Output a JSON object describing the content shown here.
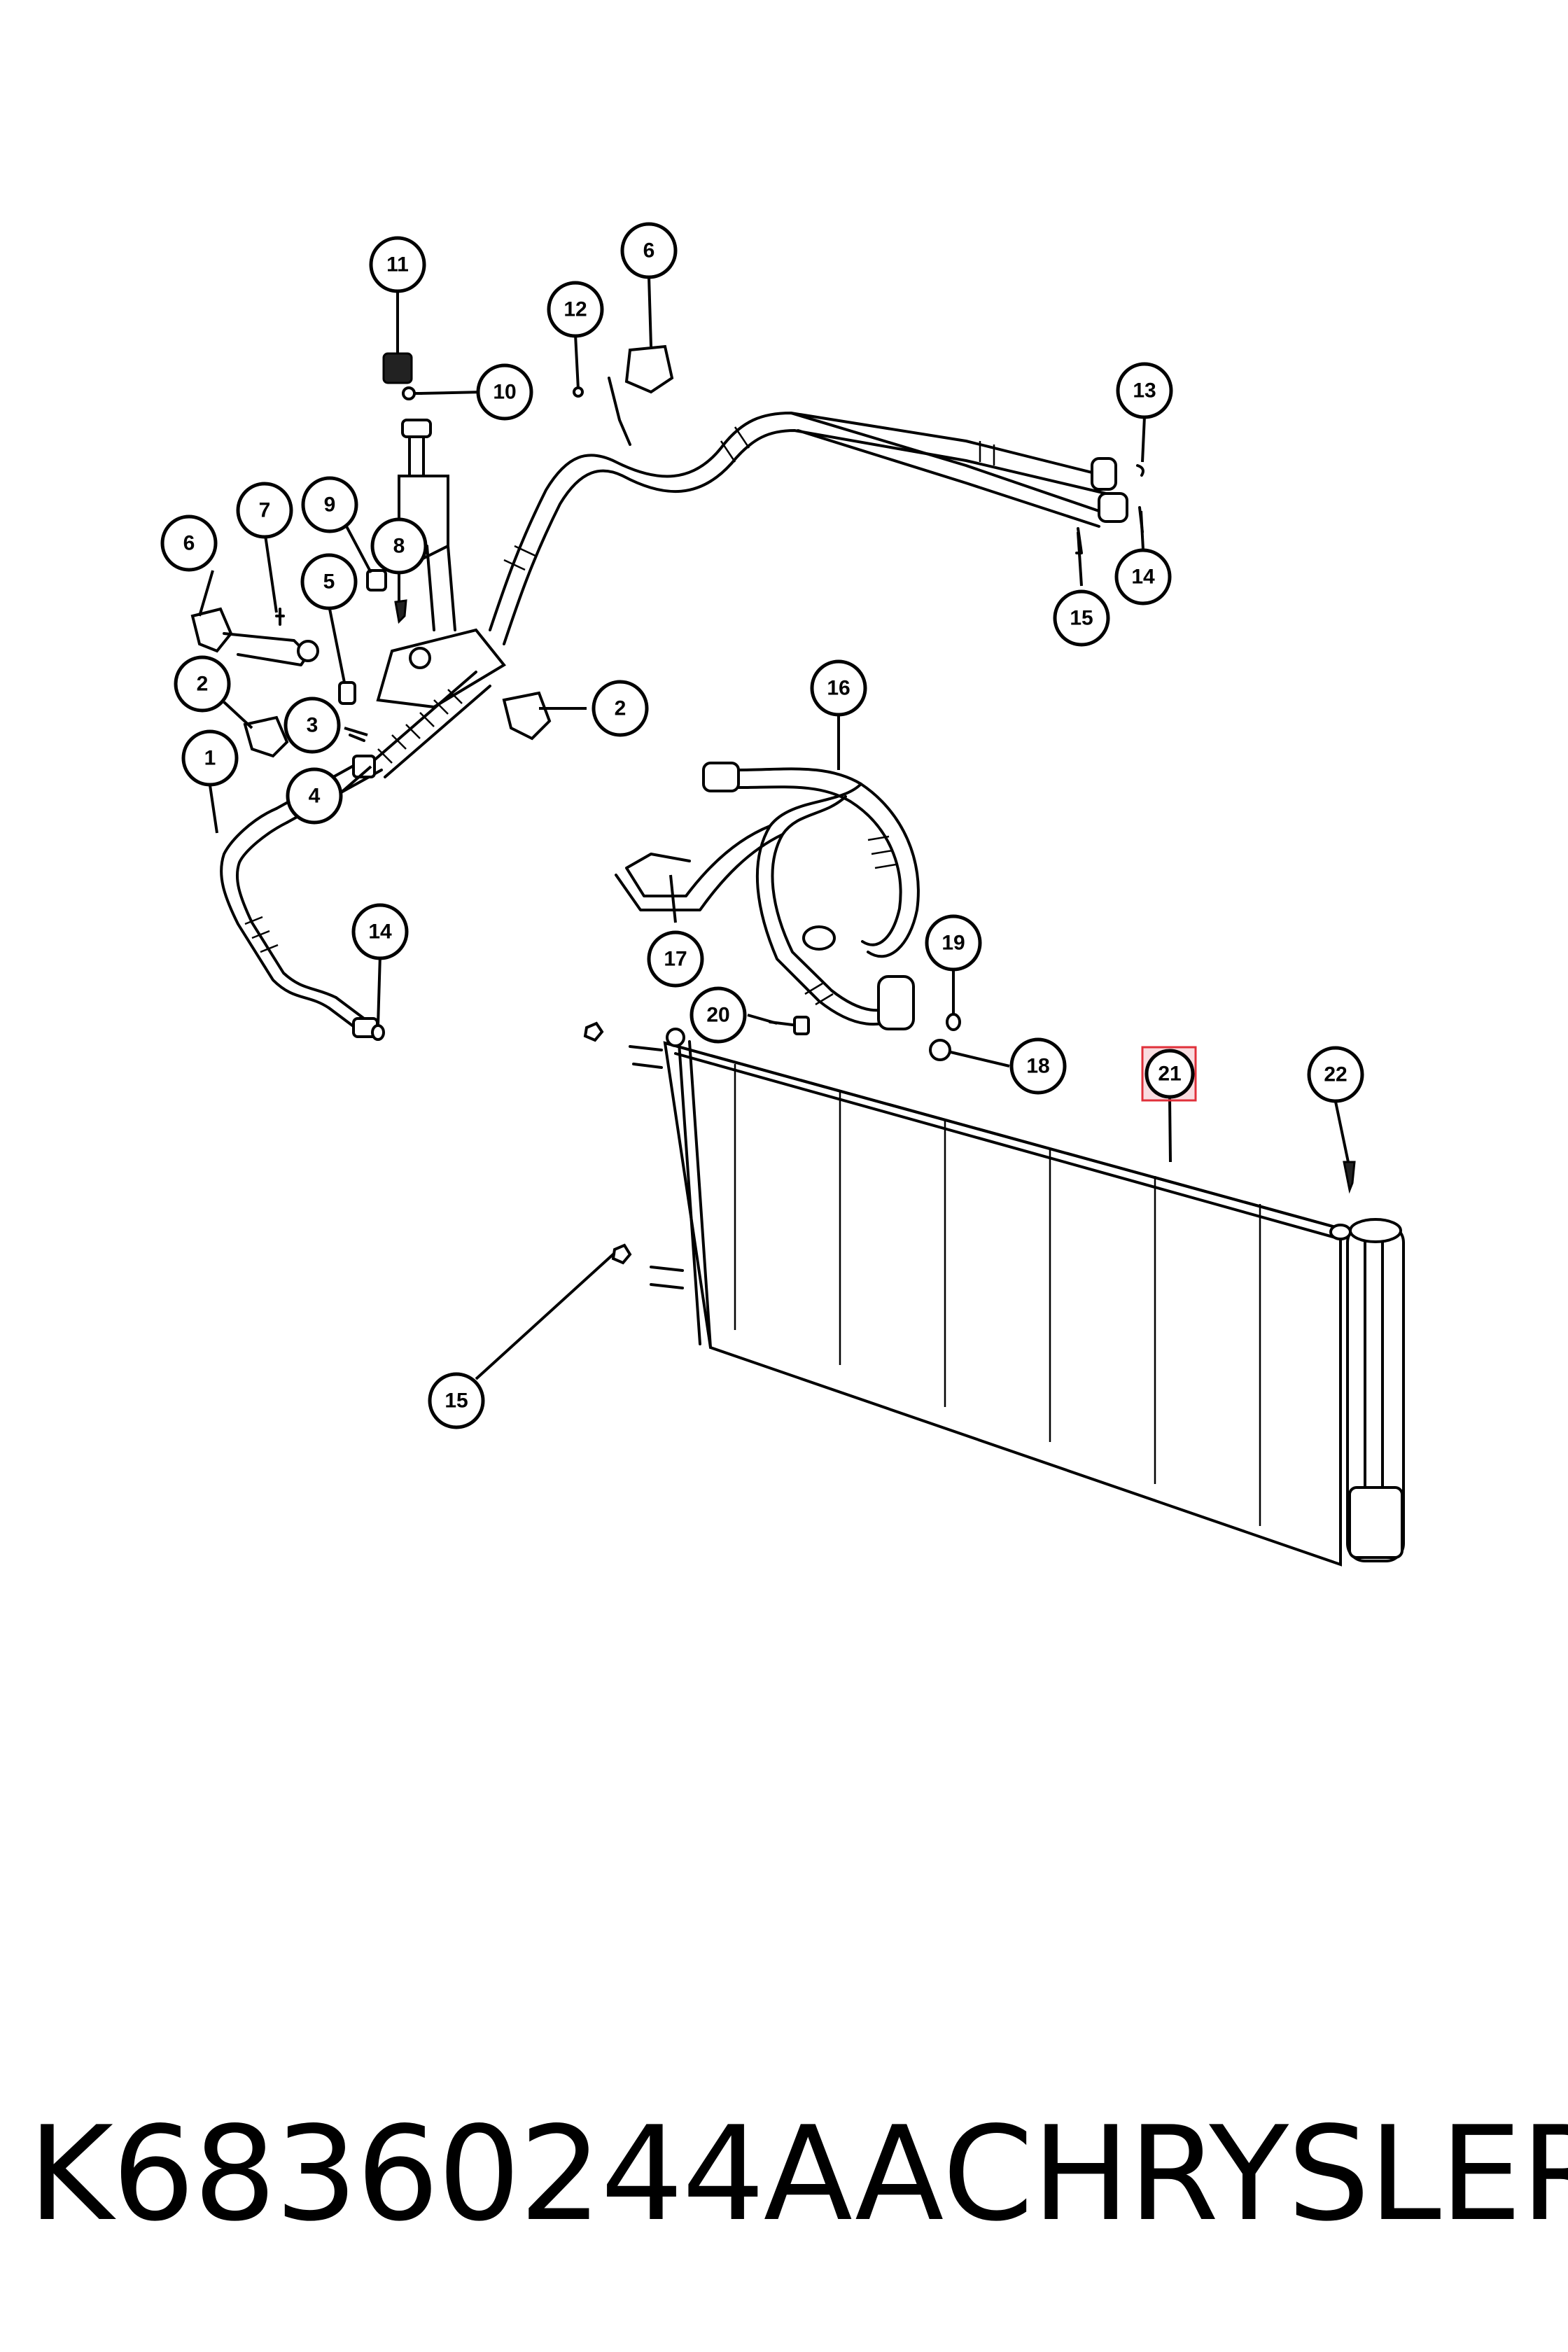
{
  "footer": {
    "part_number": "K68360244AA",
    "brand": "CHRYSLER"
  },
  "highlight": {
    "callout": "21",
    "color": "#e0303a"
  },
  "callouts": [
    {
      "label": "11",
      "name": "callout-11"
    },
    {
      "label": "6",
      "name": "callout-6-top"
    },
    {
      "label": "12",
      "name": "callout-12"
    },
    {
      "label": "10",
      "name": "callout-10"
    },
    {
      "label": "13",
      "name": "callout-13"
    },
    {
      "label": "7",
      "name": "callout-7"
    },
    {
      "label": "9",
      "name": "callout-9"
    },
    {
      "label": "6",
      "name": "callout-6-left"
    },
    {
      "label": "8",
      "name": "callout-8"
    },
    {
      "label": "5",
      "name": "callout-5"
    },
    {
      "label": "14",
      "name": "callout-14-top"
    },
    {
      "label": "15",
      "name": "callout-15-top"
    },
    {
      "label": "2",
      "name": "callout-2-left"
    },
    {
      "label": "3",
      "name": "callout-3"
    },
    {
      "label": "2",
      "name": "callout-2-right"
    },
    {
      "label": "16",
      "name": "callout-16"
    },
    {
      "label": "1",
      "name": "callout-1"
    },
    {
      "label": "4",
      "name": "callout-4"
    },
    {
      "label": "14",
      "name": "callout-14-bottom"
    },
    {
      "label": "17",
      "name": "callout-17"
    },
    {
      "label": "19",
      "name": "callout-19"
    },
    {
      "label": "20",
      "name": "callout-20"
    },
    {
      "label": "18",
      "name": "callout-18"
    },
    {
      "label": "21",
      "name": "callout-21"
    },
    {
      "label": "22",
      "name": "callout-22"
    },
    {
      "label": "15",
      "name": "callout-15-bottom"
    }
  ]
}
